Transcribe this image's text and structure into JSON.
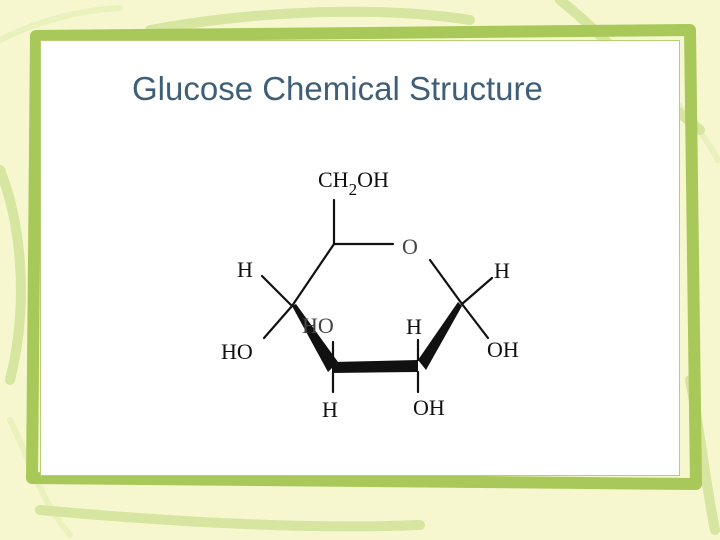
{
  "slide": {
    "title": "Glucose Chemical Structure"
  },
  "molecule": {
    "name": "glucose",
    "colors": {
      "background": "#f6f7cf",
      "frame": "#a9c85a",
      "title": "#3f5f78",
      "ink": "#111111"
    },
    "labels": {
      "ch2oh_c": "CH",
      "ch2oh_sub": "2",
      "ch2oh_oh": "OH",
      "ring_oxygen": "O",
      "c5_h": "H",
      "c1_h": "H",
      "c4_oh": "HO",
      "c4_ho_ring": "HO",
      "c3_h_inner": "H",
      "c1_oh": "OH",
      "c3_h": "H",
      "c2_oh": "OH"
    }
  }
}
